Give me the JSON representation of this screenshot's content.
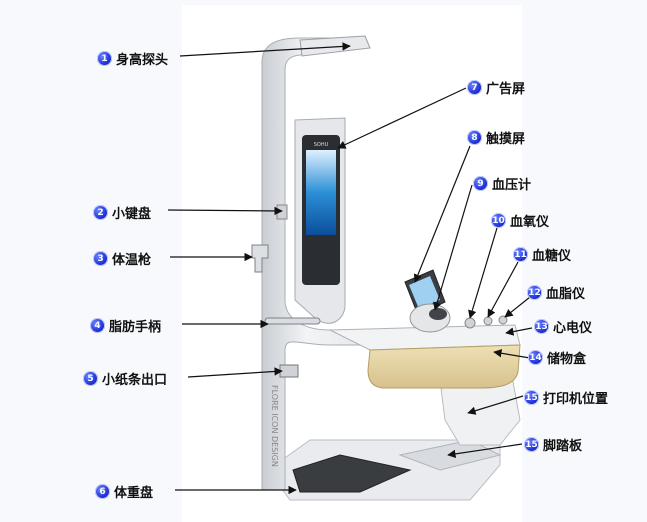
{
  "device_brand": "SOHU",
  "side_text": "FLORE ICON DESIGN",
  "labels": [
    {
      "num": "1",
      "text": "身高探头"
    },
    {
      "num": "2",
      "text": "小键盘"
    },
    {
      "num": "3",
      "text": "体温枪"
    },
    {
      "num": "4",
      "text": "脂肪手柄"
    },
    {
      "num": "5",
      "text": "小纸条出口"
    },
    {
      "num": "6",
      "text": "体重盘"
    },
    {
      "num": "7",
      "text": "广告屏"
    },
    {
      "num": "8",
      "text": "触摸屏"
    },
    {
      "num": "9",
      "text": "血压计"
    },
    {
      "num": "10",
      "text": "血氧仪"
    },
    {
      "num": "11",
      "text": "血糖仪"
    },
    {
      "num": "12",
      "text": "血脂仪"
    },
    {
      "num": "13",
      "text": "心电仪"
    },
    {
      "num": "14",
      "text": "储物盒"
    },
    {
      "num": "15",
      "text": "打印机位置"
    },
    {
      "num": "15",
      "text": "脚踏板"
    }
  ]
}
